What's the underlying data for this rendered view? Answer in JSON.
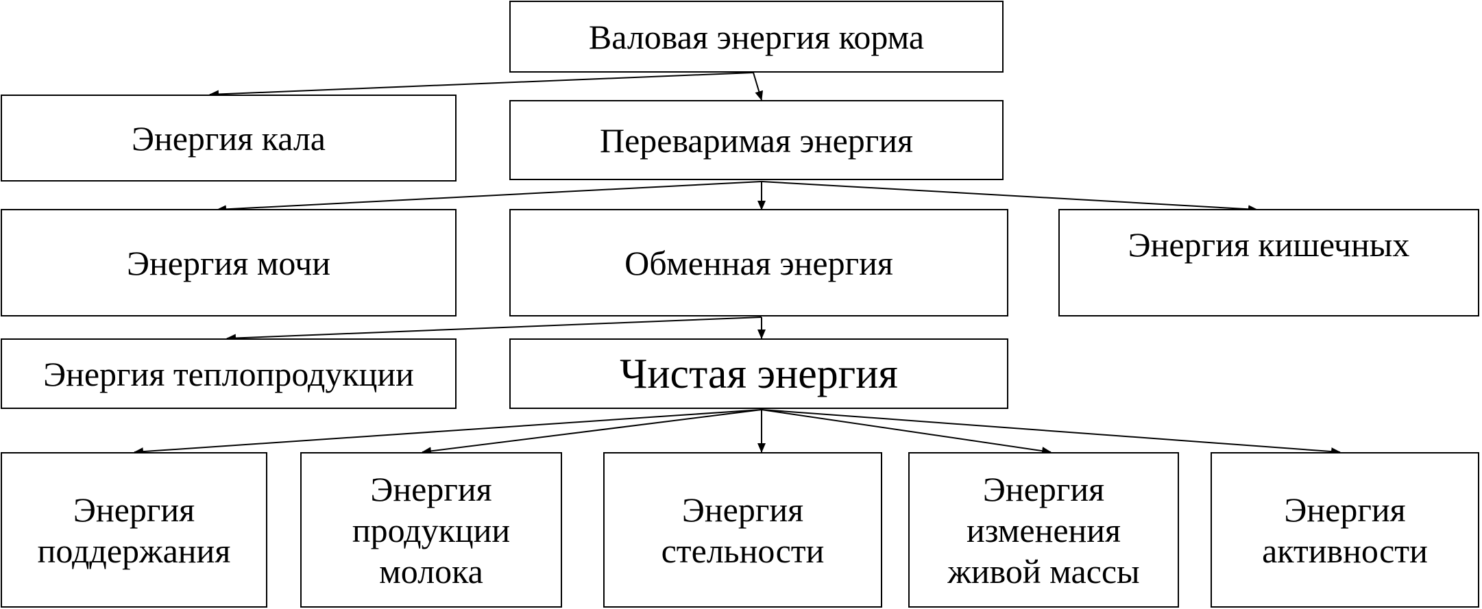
{
  "nodes": {
    "gross": "Валовая энергия корма",
    "feces": "Энергия кала",
    "digestible": "Переваримая энергия",
    "urine": "Энергия мочи",
    "metabolizable": "Обменная энергия",
    "intestinal": "Энергия кишечных",
    "heat": "Энергия теплопродукции",
    "net": "Чистая энергия",
    "maintenance": [
      "Энергия",
      "поддержания"
    ],
    "milk": [
      "Энергия",
      "продукции",
      "молока"
    ],
    "pregnancy": [
      "Энергия",
      "стельности"
    ],
    "weight": [
      "Энергия",
      "изменения",
      "живой массы"
    ],
    "activity": [
      "Энергия",
      "активности"
    ]
  }
}
